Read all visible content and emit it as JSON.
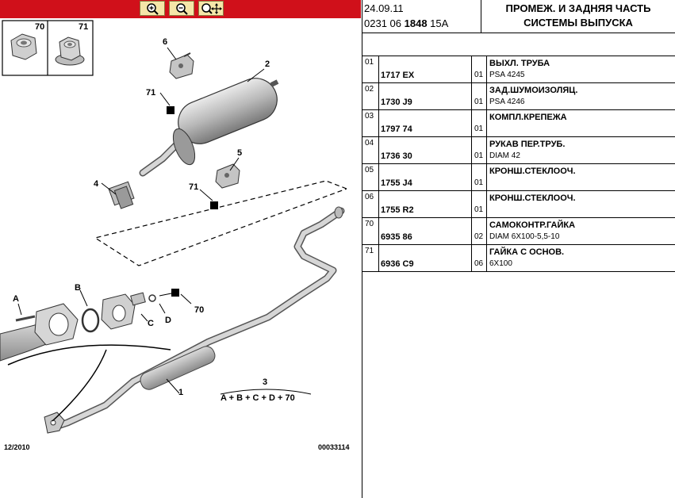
{
  "toolbar": {
    "buttons": [
      {
        "name": "zoom-in"
      },
      {
        "name": "zoom-out"
      },
      {
        "name": "zoom-fit"
      }
    ]
  },
  "thumbs": {
    "a": "70",
    "b": "71"
  },
  "labels": {
    "p6": "6",
    "p2": "2",
    "p71a": "71",
    "p5": "5",
    "p4": "4",
    "p71b": "71",
    "pA": "A",
    "pB": "B",
    "pC": "C",
    "pD": "D",
    "p70": "70",
    "p3": "3",
    "p1": "1"
  },
  "formula": "A + B + C + D + 70",
  "footer": {
    "date": "12/2010",
    "ref": "00033114"
  },
  "header": {
    "date": "24.09.11",
    "code_prefix": "0231 06",
    "code_bold": "1848",
    "code_suffix": "15A",
    "title_line1": "ПРОМЕЖ. И ЗАДНЯЯ ЧАСТЬ",
    "title_line2": "СИСТЕМЫ ВЫПУСКА"
  },
  "parts": [
    {
      "num": "01",
      "ref": "1717 EX",
      "qty": "01",
      "desc": "ВЫХЛ. ТРУБА",
      "spec": "PSA 4245"
    },
    {
      "num": "02",
      "ref": "1730 J9",
      "qty": "01",
      "desc": "ЗАД.ШУМОИЗОЛЯЦ.",
      "spec": "PSA 4246"
    },
    {
      "num": "03",
      "ref": "1797 74",
      "qty": "01",
      "desc": "КОМПЛ.КРЕПЕЖА",
      "spec": ""
    },
    {
      "num": "04",
      "ref": "1736 30",
      "qty": "01",
      "desc": "РУКАВ ПЕР.ТРУБ.",
      "spec": "DIAM 42"
    },
    {
      "num": "05",
      "ref": "1755 J4",
      "qty": "01",
      "desc": "КРОНШ.СТЕКЛООЧ.",
      "spec": ""
    },
    {
      "num": "06",
      "ref": "1755 R2",
      "qty": "01",
      "desc": "КРОНШ.СТЕКЛООЧ.",
      "spec": ""
    },
    {
      "num": "70",
      "ref": "6935 86",
      "qty": "02",
      "desc": "САМОКОНТР.ГАЙКА",
      "spec": "DIAM 6X100-5,5-10"
    },
    {
      "num": "71",
      "ref": "6936 C9",
      "qty": "06",
      "desc": "ГАЙКА С ОСНОВ.",
      "spec": "6X100"
    }
  ]
}
